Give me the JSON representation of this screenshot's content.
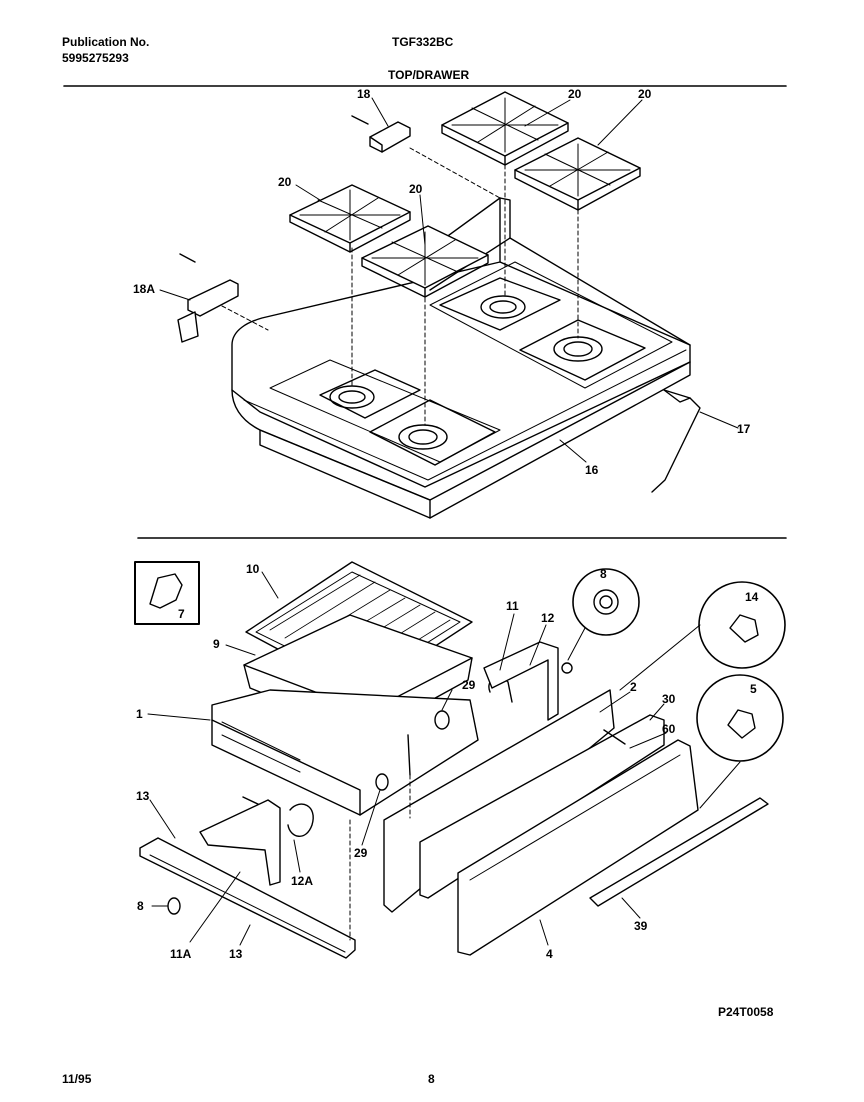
{
  "header": {
    "publication_label": "Publication No.",
    "publication_number": "5995275293",
    "model": "TGF332BC",
    "section_title": "TOP/DRAWER"
  },
  "callouts": {
    "c18": "18",
    "c20a": "20",
    "c20b": "20",
    "c20c": "20",
    "c20d": "20",
    "c18a": "18A",
    "c17": "17",
    "c16": "16",
    "c10": "10",
    "c7": "7",
    "c9": "9",
    "c1": "1",
    "c11": "11",
    "c12": "12",
    "c8_top": "8",
    "c14": "14",
    "c5": "5",
    "c29a": "29",
    "c2": "2",
    "c30": "30",
    "c60": "60",
    "c13a": "13",
    "c12a": "12A",
    "c29b": "29",
    "c8_bottom": "8",
    "c11a": "11A",
    "c13b": "13",
    "c4": "4",
    "c39": "39"
  },
  "diagram_id": "P24T0058",
  "footer": {
    "date": "11/95",
    "page": "8"
  }
}
